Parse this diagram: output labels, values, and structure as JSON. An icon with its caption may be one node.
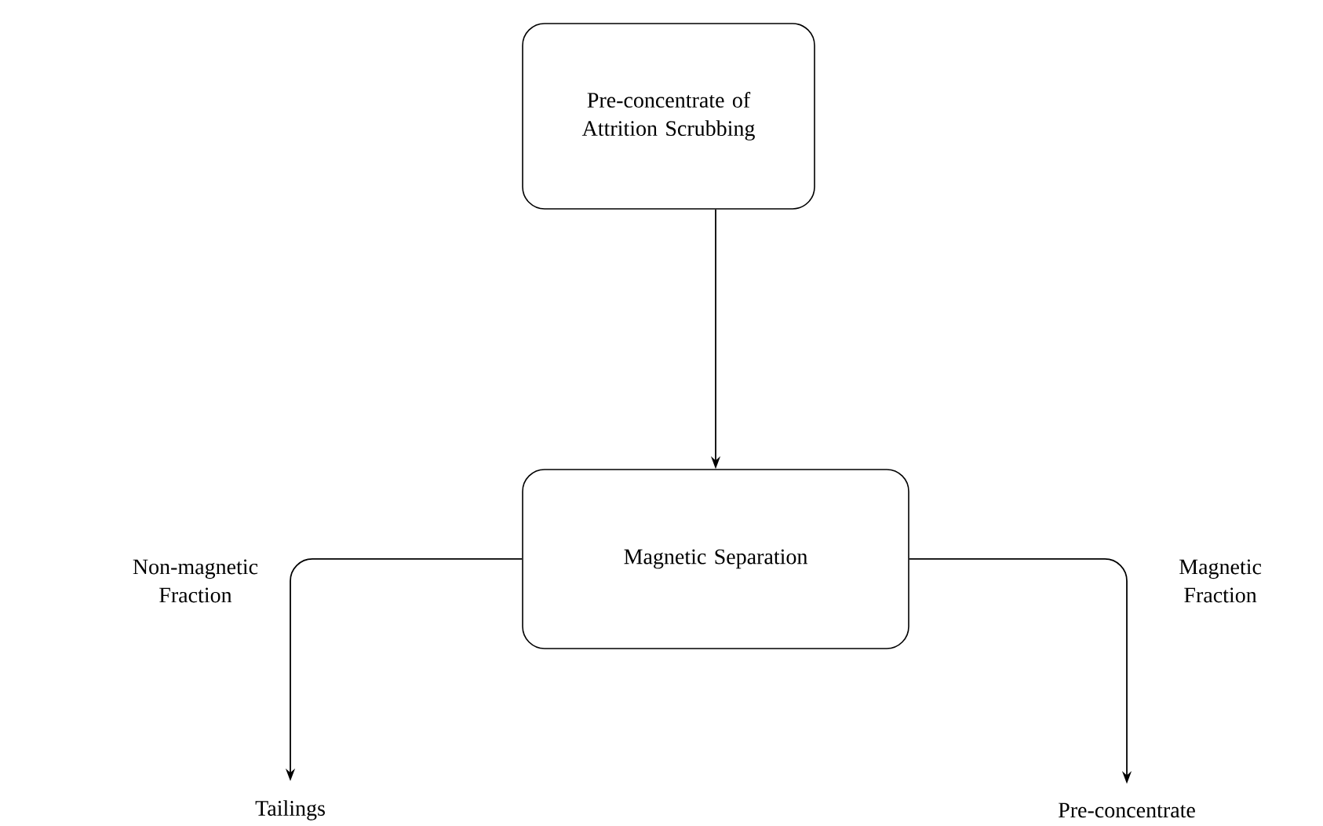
{
  "diagram": {
    "nodes": [
      {
        "text": [
          "Pre-concentrate of Attrition Scrubbing"
        ]
      },
      {
        "text": [
          "Magnetic Separation"
        ]
      },
      {
        "text": [
          "Tailings"
        ]
      },
      {
        "text": [
          "Pre-concentrate"
        ]
      }
    ],
    "edges": [
      {
        "from": 0,
        "to": 1,
        "arrow": "to"
      },
      {
        "from": 1,
        "to": 2,
        "arrow": "to",
        "label": "Non-magnetic Fraction"
      },
      {
        "from": 1,
        "to": 3,
        "arrow": "to",
        "label": "Magnetic Fraction"
      }
    ]
  }
}
